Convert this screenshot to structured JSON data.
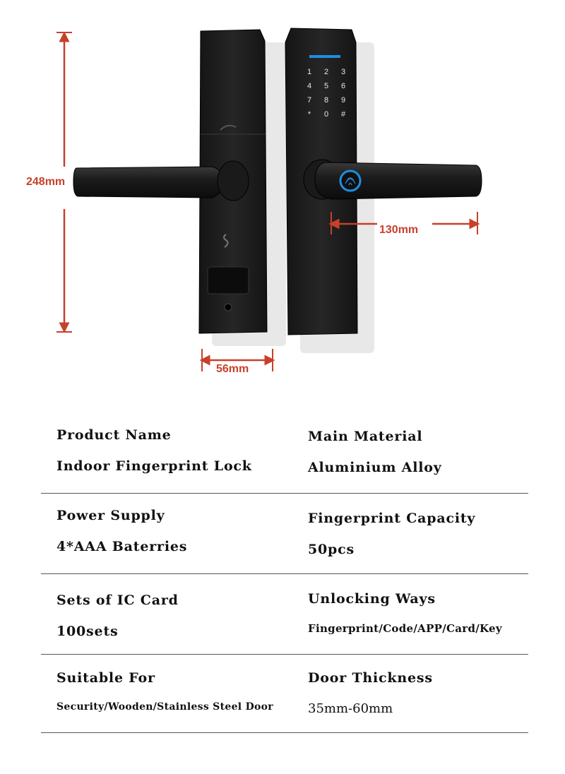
{
  "dimensions": {
    "height": "248mm",
    "width": "56mm",
    "handle_length": "130mm",
    "accent_color": "#c8402a"
  },
  "keypad": {
    "keys": [
      "1",
      "2",
      "3",
      "4",
      "5",
      "6",
      "7",
      "8",
      "9",
      "*",
      "0",
      "#"
    ],
    "fingerprint_ring_color": "#1e8fe0"
  },
  "specs": [
    {
      "left_label": "Product Name",
      "left_value": "Indoor Fingerprint Lock",
      "right_label": "Main Material",
      "right_value": "Aluminium Alloy"
    },
    {
      "left_label": "Power Supply",
      "left_value": "4*AAA Baterries",
      "right_label": "Fingerprint Capacity",
      "right_value": "50pcs"
    },
    {
      "left_label": "Sets of IC Card",
      "left_value": "100sets",
      "right_label": "Unlocking Ways",
      "right_value": "Fingerprint/Code/APP/Card/Key"
    },
    {
      "left_label": "Suitable For",
      "left_value": "Security/Wooden/Stainless Steel Door",
      "right_label": "Door Thickness",
      "right_value": "35mm-60mm"
    }
  ]
}
